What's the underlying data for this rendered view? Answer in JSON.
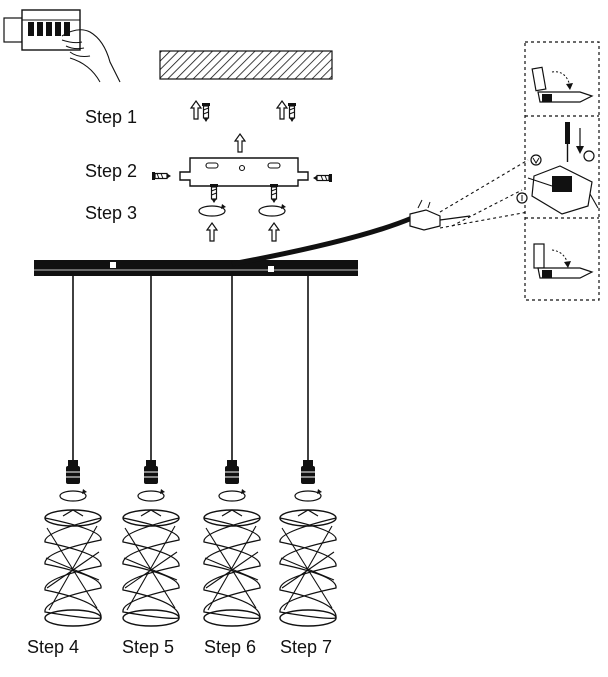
{
  "steps": {
    "s1": "Step 1",
    "s2": "Step 2",
    "s3": "Step 3",
    "s4": "Step 4",
    "s5": "Step 5",
    "s6": "Step 6",
    "s7": "Step 7"
  },
  "icons": {
    "breaker": "circuit-breaker-icon",
    "ceiling": "ceiling-hatch",
    "screw": "screw-icon",
    "up": "arrow-up-icon",
    "rotate": "rotate-icon",
    "wire_detail": "wire-connection-detail"
  },
  "colors": {
    "ink": "#111111",
    "bar": "#111111",
    "background": "#ffffff"
  }
}
